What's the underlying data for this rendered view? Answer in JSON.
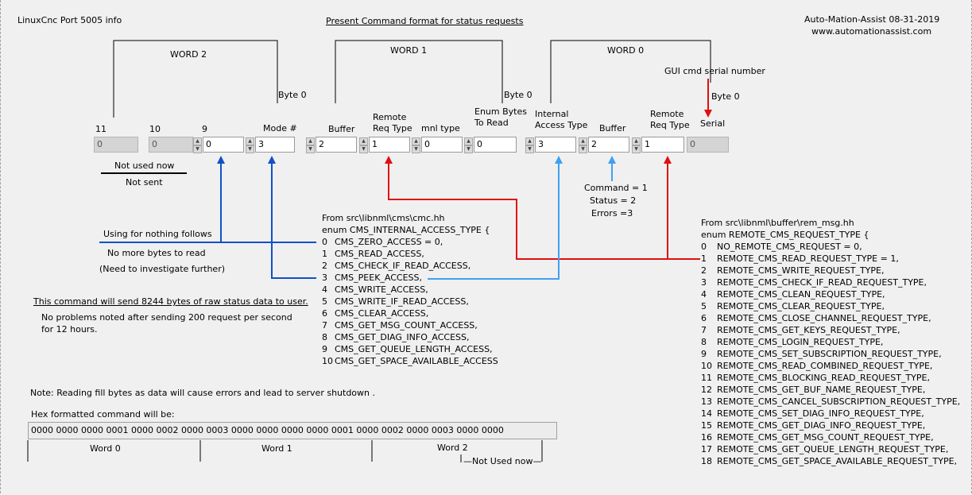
{
  "header": {
    "title": "LinuxCnc Port 5005 info",
    "format_title": "Present Command format for status requests",
    "author": "Auto-Mation-Assist  08-31-2019",
    "website": "www.automationassist.com"
  },
  "words": {
    "word2": "WORD 2",
    "word1": "WORD 1",
    "word0": "WORD 0",
    "byte0_a": "Byte 0",
    "byte0_b": "Byte 0",
    "byte0_c": "Byte 0",
    "gui_serial": "GUI cmd serial number"
  },
  "fields": [
    {
      "label": "11",
      "value": "0",
      "readonly": true
    },
    {
      "label": "10",
      "value": "0",
      "readonly": true
    },
    {
      "label": "9",
      "value": "0",
      "readonly": false
    },
    {
      "label": "Mode #",
      "value": "3",
      "readonly": false
    },
    {
      "label": "Buffer",
      "value": "2",
      "readonly": false
    },
    {
      "label": "Remote\nReq Type",
      "value": "1",
      "readonly": false
    },
    {
      "label": "mnl type",
      "value": "0",
      "readonly": false
    },
    {
      "label": "Enum Bytes\nTo Read",
      "value": "0",
      "readonly": false
    },
    {
      "label": "Internal\nAccess Type",
      "value": "3",
      "readonly": false
    },
    {
      "label": "Buffer",
      "value": "2",
      "readonly": false
    },
    {
      "label": "Remote\nReq Type",
      "value": "1",
      "readonly": false
    },
    {
      "label": "Serial",
      "value": "0",
      "readonly": true
    }
  ],
  "notes": {
    "not_used_now": "Not used now",
    "not_sent": "Not sent",
    "using_nothing": "Using for nothing follows",
    "no_more_bytes": "No more bytes to read",
    "investigate": "(Need to investigate further)",
    "send_bytes": "This command will send 8244 bytes of raw status data to user.",
    "no_problems_1": "No problems noted after sending 200 request per second",
    "no_problems_2": "for 12 hours.",
    "buffer_types": [
      "Command = 1",
      "Status = 2",
      "Errors =3"
    ],
    "fill_note": "Note: Reading fill bytes as data will cause errors and lead to server shutdown .",
    "hex_label": "Hex formatted command will be:",
    "hex_value": "0000 0000 0000 0001 0000 0002 0000 0003 0000 0000 0000 0000 0001 0000 0002 0000 0003 0000 0000",
    "word0_label": "Word 0",
    "word1_label": "Word 1",
    "word2_label": "Word 2",
    "not_used_now_small": "Not Used now"
  },
  "cms_enum": {
    "source": "From src\\libnml\\cms\\cmc.hh",
    "header": "enum CMS_INTERNAL_ACCESS_TYPE {",
    "items": [
      {
        "num": "0",
        "name": "CMS_ZERO_ACCESS = 0,"
      },
      {
        "num": "1",
        "name": "CMS_READ_ACCESS,"
      },
      {
        "num": "2",
        "name": "CMS_CHECK_IF_READ_ACCESS,"
      },
      {
        "num": "3",
        "name": "CMS_PEEK_ACCESS,"
      },
      {
        "num": "4",
        "name": "CMS_WRITE_ACCESS,"
      },
      {
        "num": "5",
        "name": "CMS_WRITE_IF_READ_ACCESS,"
      },
      {
        "num": "6",
        "name": "CMS_CLEAR_ACCESS,"
      },
      {
        "num": "7",
        "name": "CMS_GET_MSG_COUNT_ACCESS,"
      },
      {
        "num": "8",
        "name": "CMS_GET_DIAG_INFO_ACCESS,"
      },
      {
        "num": "9",
        "name": "CMS_GET_QUEUE_LENGTH_ACCESS,"
      },
      {
        "num": "10",
        "name": "CMS_GET_SPACE_AVAILABLE_ACCESS"
      }
    ]
  },
  "remote_enum": {
    "source": "From src\\libnml\\buffer\\rem_msg.hh",
    "header": "enum REMOTE_CMS_REQUEST_TYPE {",
    "items": [
      {
        "num": "0",
        "name": "NO_REMOTE_CMS_REQUEST = 0,"
      },
      {
        "num": "1",
        "name": "REMOTE_CMS_READ_REQUEST_TYPE = 1,"
      },
      {
        "num": "2",
        "name": "REMOTE_CMS_WRITE_REQUEST_TYPE,"
      },
      {
        "num": "3",
        "name": "REMOTE_CMS_CHECK_IF_READ_REQUEST_TYPE,"
      },
      {
        "num": "4",
        "name": "REMOTE_CMS_CLEAN_REQUEST_TYPE,"
      },
      {
        "num": "5",
        "name": "REMOTE_CMS_CLEAR_REQUEST_TYPE,"
      },
      {
        "num": "6",
        "name": "REMOTE_CMS_CLOSE_CHANNEL_REQUEST_TYPE,"
      },
      {
        "num": "7",
        "name": "REMOTE_CMS_GET_KEYS_REQUEST_TYPE,"
      },
      {
        "num": "8",
        "name": "REMOTE_CMS_LOGIN_REQUEST_TYPE,"
      },
      {
        "num": "9",
        "name": "REMOTE_CMS_SET_SUBSCRIPTION_REQUEST_TYPE,"
      },
      {
        "num": "10",
        "name": "REMOTE_CMS_READ_COMBINED_REQUEST_TYPE,"
      },
      {
        "num": "11",
        "name": "REMOTE_CMS_BLOCKING_READ_REQUEST_TYPE,"
      },
      {
        "num": "12",
        "name": "REMOTE_CMS_GET_BUF_NAME_REQUEST_TYPE,"
      },
      {
        "num": "13",
        "name": "REMOTE_CMS_CANCEL_SUBSCRIPTION_REQUEST_TYPE,"
      },
      {
        "num": "14",
        "name": "REMOTE_CMS_SET_DIAG_INFO_REQUEST_TYPE,"
      },
      {
        "num": "15",
        "name": "REMOTE_CMS_GET_DIAG_INFO_REQUEST_TYPE,"
      },
      {
        "num": "16",
        "name": "REMOTE_CMS_GET_MSG_COUNT_REQUEST_TYPE,"
      },
      {
        "num": "17",
        "name": "REMOTE_CMS_GET_QUEUE_LENGTH_REQUEST_TYPE,"
      },
      {
        "num": "18",
        "name": "REMOTE_CMS_GET_SPACE_AVAILABLE_REQUEST_TYPE,"
      }
    ]
  },
  "colors": {
    "red": "#e01010",
    "dark_blue": "#1050c8",
    "light_blue": "#40a0f0",
    "black": "#000000"
  }
}
